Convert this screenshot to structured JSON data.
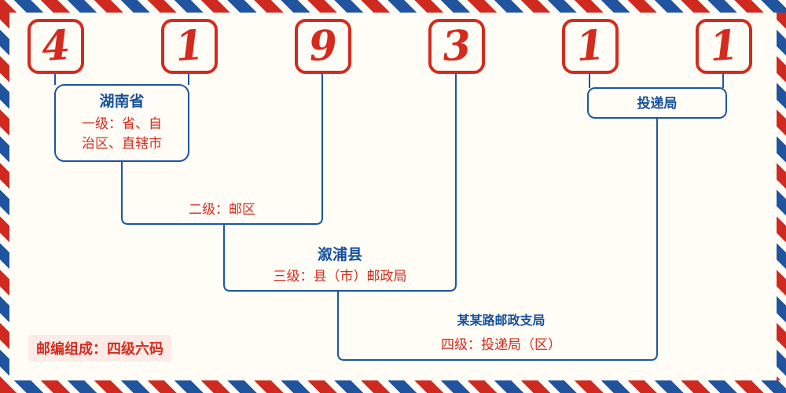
{
  "postal_code": {
    "digits": [
      "4",
      "1",
      "9",
      "3",
      "1",
      "1"
    ],
    "composition_note": "邮编组成：四级六码"
  },
  "labels": {
    "level1_place": "湖南省",
    "level1_desc_line1": "一级：省、自",
    "level1_desc_line2": "治区、直辖市",
    "level2_desc": "二级：邮区",
    "level3_place": "溆浦县",
    "level3_desc": "三级：县（市）邮政局",
    "level4_place": "某某路邮政支局",
    "level4_desc": "四级：投递局（区）",
    "delivery_office": "投递局"
  },
  "colors": {
    "accent_red": "#d42b1e",
    "accent_blue": "#17509c",
    "line_blue": "#1c56a0",
    "background": "#fffdf6"
  }
}
